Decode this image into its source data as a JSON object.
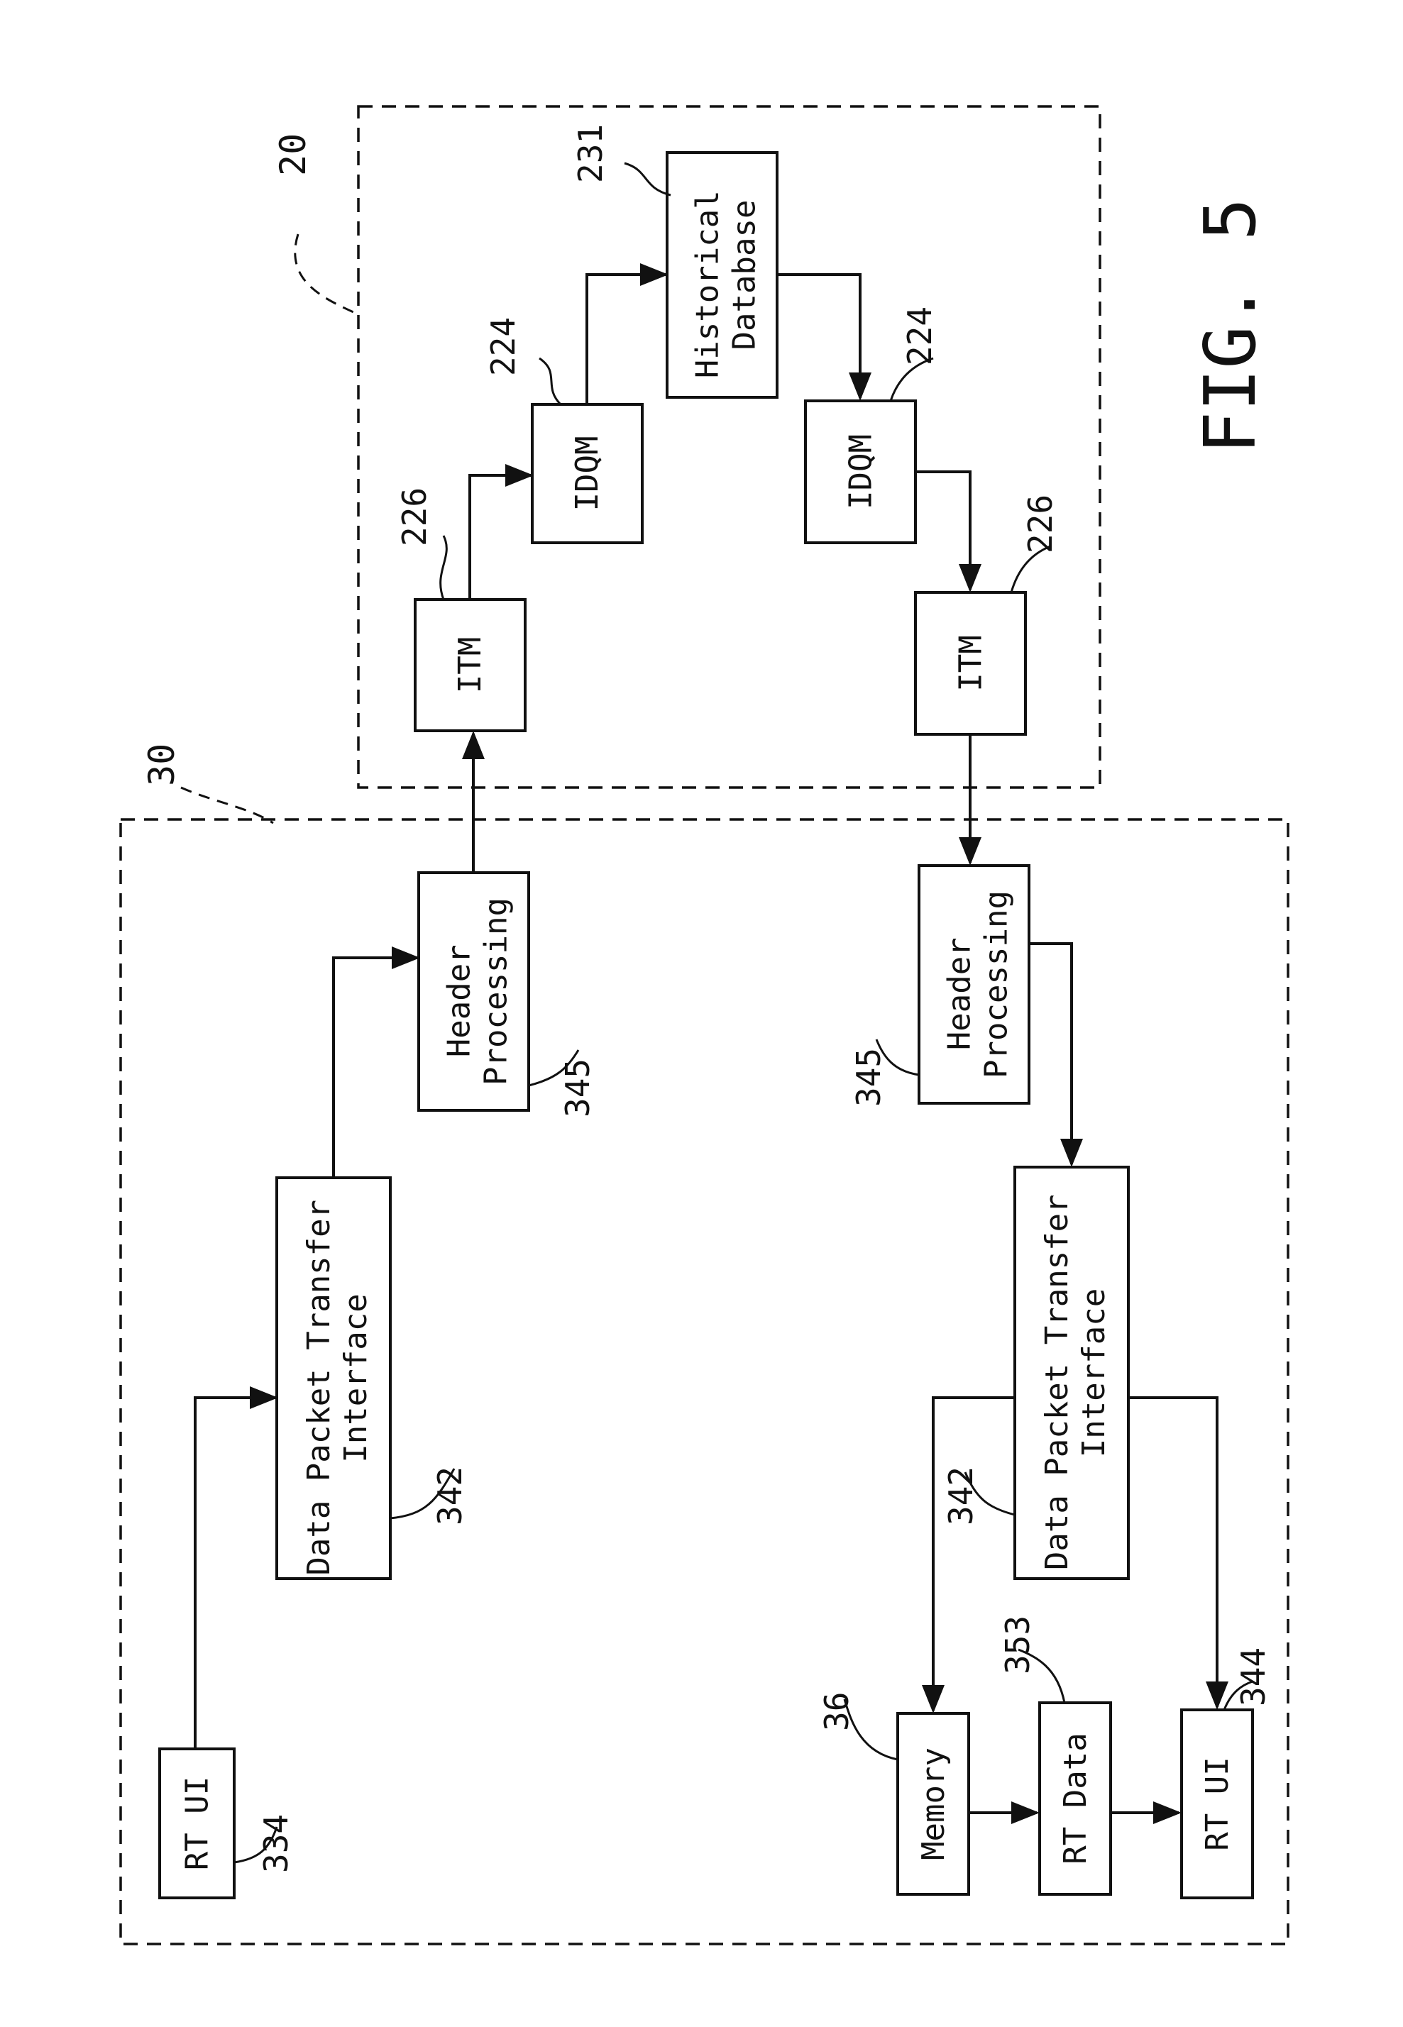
{
  "figure_label": "FIG. 5",
  "groups": {
    "storage_system": {
      "ref": "20"
    },
    "client_system": {
      "ref": "30"
    }
  },
  "blocks": {
    "itm_in": {
      "lines": [
        "ITM"
      ],
      "ref": "226"
    },
    "idqm_in": {
      "lines": [
        "IDQM"
      ],
      "ref": "224"
    },
    "historical": {
      "lines": [
        "Historical",
        "Database"
      ],
      "ref": "231"
    },
    "idqm_out": {
      "lines": [
        "IDQM"
      ],
      "ref": "224"
    },
    "itm_out": {
      "lines": [
        "ITM"
      ],
      "ref": "226"
    },
    "header_in": {
      "lines": [
        "Header",
        "Processing"
      ],
      "ref": "345"
    },
    "header_out": {
      "lines": [
        "Header",
        "Processing"
      ],
      "ref": "345"
    },
    "dpti_in": {
      "lines": [
        "Data Packet Transfer",
        "Interface"
      ],
      "ref": "342"
    },
    "dpti_out": {
      "lines": [
        "Data Packet Transfer",
        "Interface"
      ],
      "ref": "342"
    },
    "rtui_in": {
      "lines": [
        "RT UI"
      ],
      "ref": "334"
    },
    "memory": {
      "lines": [
        "Memory"
      ],
      "ref": "36"
    },
    "rtdata": {
      "lines": [
        "RT Data"
      ],
      "ref": "353"
    },
    "rtui_out": {
      "lines": [
        "RT UI"
      ],
      "ref": "344"
    }
  }
}
